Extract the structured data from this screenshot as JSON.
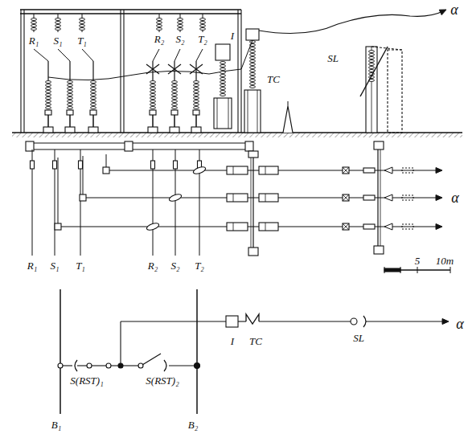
{
  "diagram": {
    "labels": [
      "R₁",
      "S₁",
      "T₁",
      "R₂",
      "S₂",
      "T₂",
      "I",
      "TC",
      "SL",
      "α",
      "R₁",
      "S₁",
      "T₁",
      "R₂",
      "S₂",
      "T₂",
      "α",
      "5",
      "10m",
      "S(RST)₁",
      "S(RST)₂",
      "I",
      "TC",
      "SL",
      "α",
      "B₁",
      "B₂"
    ]
  }
}
